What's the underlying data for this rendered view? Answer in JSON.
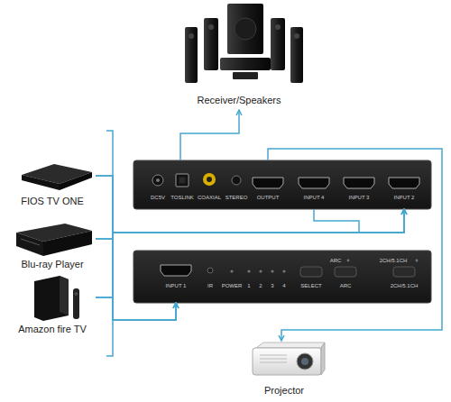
{
  "diagram": {
    "nodes": [
      {
        "text": [
          "Receiver/Speakers"
        ]
      },
      {
        "text": [
          "FIOS TV ONE"
        ]
      },
      {
        "text": [
          "DC5V",
          "TOSLINK",
          "COAXIAL",
          "STEREO",
          "OUTPUT",
          "INPUT 4",
          "INPUT 3",
          "INPUT 2"
        ]
      },
      {
        "text": [
          "Blu-ray Player"
        ]
      },
      {
        "text": [
          "INPUT 1",
          "IR",
          "POWER",
          "1",
          "2",
          "3",
          "4",
          "SELECT",
          "ARC",
          "2CH/5.1CH",
          "ARC",
          "2CH/5.1CH"
        ]
      },
      {
        "text": [
          "Amazon fire TV"
        ]
      },
      {
        "text": [
          "Projector"
        ]
      }
    ],
    "edges": [
      {
        "from": 2,
        "to": 0,
        "arrow": "to"
      },
      {
        "from": 2,
        "to": 6,
        "arrow": "to"
      },
      {
        "from": 1,
        "to": 2,
        "arrow": "to"
      },
      {
        "from": 3,
        "to": 2,
        "arrow": "to"
      },
      {
        "from": 5,
        "to": 2,
        "arrow": "to"
      },
      {
        "from": 1,
        "to": 4,
        "arrow": "to"
      },
      {
        "from": 3,
        "to": 4,
        "arrow": "to"
      },
      {
        "from": 5,
        "to": 4,
        "arrow": "to"
      }
    ]
  }
}
